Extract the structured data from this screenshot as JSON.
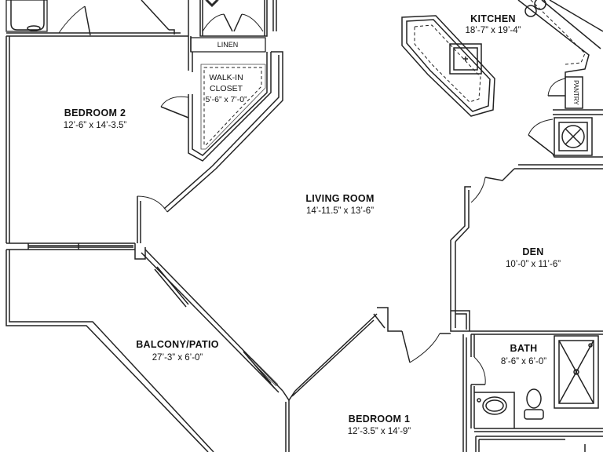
{
  "rooms": {
    "kitchen": {
      "name": "KITCHEN",
      "dim": "18’-7” x 19’-4”"
    },
    "bedroom2": {
      "name": "BEDROOM 2",
      "dim": "12’-6” x 14’-3.5”"
    },
    "walkin": {
      "line1": "WALK-IN",
      "line2": "CLOSET",
      "dim": "5’-6” x 7’-0”"
    },
    "living": {
      "name": "LIVING ROOM",
      "dim": "14’-11.5” x 13’-6”"
    },
    "den": {
      "name": "DEN",
      "dim": "10’-0” x 11’-6”"
    },
    "balcony": {
      "name": "BALCONY/PATIO",
      "dim": "27’-3” x 6’-0”"
    },
    "bath": {
      "name": "BATH",
      "dim": "8’-6” x 6’-0”"
    },
    "bedroom1": {
      "name": "BEDROOM 1",
      "dim": "12’-3.5” x 14’-9”"
    }
  },
  "labels": {
    "linen": "LINEN",
    "pantry": "PANTRY"
  }
}
